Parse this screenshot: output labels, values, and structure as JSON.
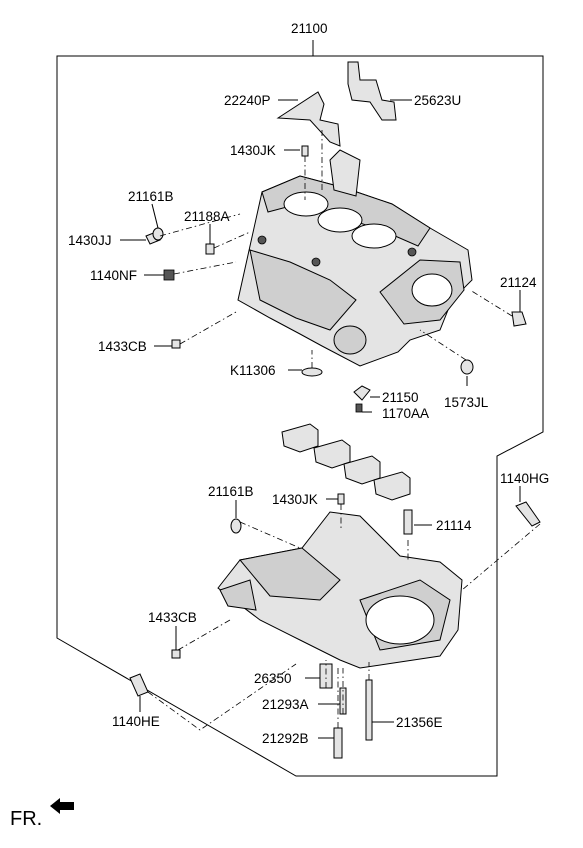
{
  "labels": {
    "p21100": "21100",
    "p22240P": "22240P",
    "p25623U": "25623U",
    "p1430JK_top": "1430JK",
    "p21161B_top": "21161B",
    "p21188A": "21188A",
    "p1430JJ": "1430JJ",
    "p1140NF": "1140NF",
    "p21124": "21124",
    "p1433CB_top": "1433CB",
    "pK11306": "K11306",
    "p21150": "21150",
    "p1170AA": "1170AA",
    "p1573JL": "1573JL",
    "p1140HG": "1140HG",
    "p21161B_bot": "21161B",
    "p1430JK_bot": "1430JK",
    "p21114": "21114",
    "p1433CB_bot": "1433CB",
    "p26350": "26350",
    "p21293A": "21293A",
    "p21356E": "21356E",
    "p21292B": "21292B",
    "p1140HE": "1140HE"
  },
  "fr_label": "FR."
}
